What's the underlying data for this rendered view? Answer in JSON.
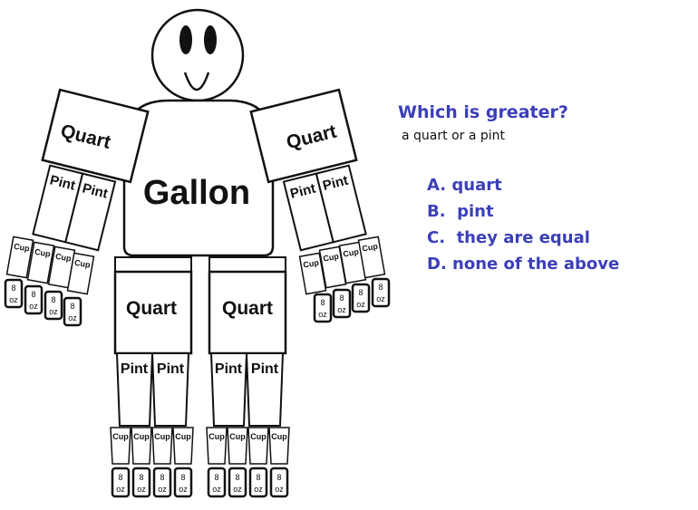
{
  "figure": {
    "labels": {
      "gallon": "Gallon",
      "quart": "Quart",
      "pint": "Pint",
      "cup": "Cup",
      "oz_top": "8",
      "oz_bottom": "oz"
    }
  },
  "question": {
    "title": "Which is greater?",
    "subtitle": "a quart or a pint",
    "choices": [
      "A. quart",
      "B.  pint",
      "C.  they are equal",
      "D. none of the above"
    ]
  },
  "colors": {
    "question": "#3b3fb8",
    "outline": "#111111"
  }
}
